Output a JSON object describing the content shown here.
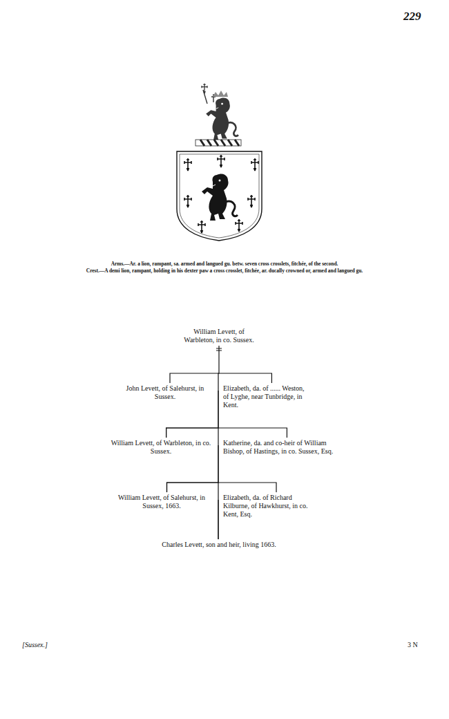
{
  "diagram": {
    "nodes": [
      {
        "text": [
          "William Levett, of Warbleton, in co. Sussex."
        ]
      },
      {
        "text": [
          "John Levett, of Salehurst, in Sussex."
        ]
      },
      {
        "text": [
          "Elizabeth, da. of ...... Weston, of Lyghe, near Tunbridge, in Kent."
        ]
      },
      {
        "text": [
          "William Levett, of Warbleton, in co. Sussex."
        ]
      },
      {
        "text": [
          "Katherine, da. and co-heir of William Bishop, of Hastings, in co. Sussex, Esq."
        ]
      },
      {
        "text": [
          "William Levett, of Salehurst, in Sussex, 1663."
        ]
      },
      {
        "text": [
          "Elizabeth, da. of Richard Kilburne, of Hawkhurst, in co. Kent, Esq."
        ]
      },
      {
        "text": [
          "Charles Levett, son and heir, living 1663."
        ]
      }
    ],
    "edges": [
      {
        "from": 0,
        "to": 1,
        "arrow": "none"
      },
      {
        "from": 1,
        "to": 2,
        "arrow": "none"
      },
      {
        "from": 1,
        "to": 3,
        "arrow": "none"
      },
      {
        "from": 2,
        "to": 3,
        "arrow": "none"
      },
      {
        "from": 3,
        "to": 4,
        "arrow": "none"
      },
      {
        "from": 3,
        "to": 5,
        "arrow": "none"
      },
      {
        "from": 4,
        "to": 5,
        "arrow": "none"
      },
      {
        "from": 5,
        "to": 6,
        "arrow": "none"
      },
      {
        "from": 5,
        "to": 7,
        "arrow": "none"
      },
      {
        "from": 6,
        "to": 7,
        "arrow": "none"
      }
    ],
    "labels": [
      "229",
      "Arms.—Ar. a lion, rampant, sa. armed and langued gu. betw. seven cross crosslets, fitchée, of the second.",
      "Crest.—A demi lion, rampant, holding in his dexter paw a cross crosslet, fitchée, ar. ducally crowned or, armed and langued gu.",
      "[Sussex.]",
      "3 N"
    ]
  }
}
